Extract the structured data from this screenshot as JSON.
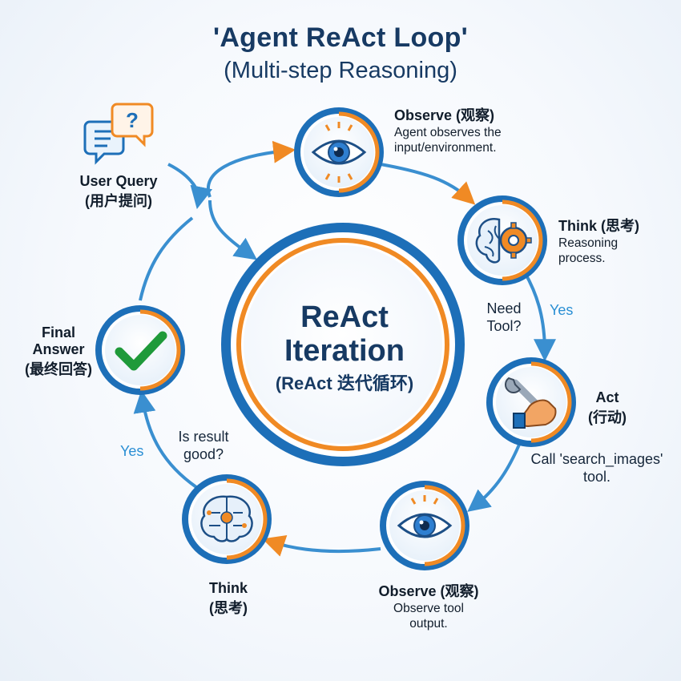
{
  "title": "'Agent ReAct Loop'",
  "subtitle": "(Multi-step Reasoning)",
  "center": {
    "line1": "ReAct",
    "line2": "Iteration",
    "line3": "(ReAct 迭代循环)"
  },
  "user_query": {
    "line1": "User Query",
    "line2": "(用户提问)"
  },
  "observe1": {
    "heading": "Observe (观察)",
    "desc": "Agent observes the input/environment."
  },
  "think1": {
    "heading": "Think (思考)",
    "desc": "Reasoning process."
  },
  "need_tool": "Need Tool?",
  "yes1": "Yes",
  "act": {
    "line1": "Act",
    "line2": "(行动)"
  },
  "call_tool": "Call 'search_images' tool.",
  "observe2": {
    "heading": "Observe (观察)",
    "desc": "Observe tool output."
  },
  "think2": {
    "line1": "Think",
    "line2": "(思考)"
  },
  "is_result_good": "Is result good?",
  "yes2": "Yes",
  "final_answer": {
    "line1": "Final",
    "line2": "Answer",
    "line3": "(最终回答)"
  },
  "colors": {
    "accent_blue": "#1d6fb8",
    "accent_orange": "#f08a24",
    "check_green": "#1f9a3a",
    "arrow_blue": "#3a8fd0"
  }
}
